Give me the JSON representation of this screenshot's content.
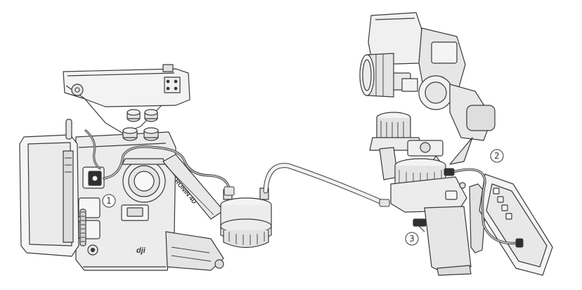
{
  "diagram": {
    "colors": {
      "line": "#3a3a3a",
      "body_fill": "#ececec",
      "body_fill_light": "#f5f5f5",
      "body_fill_dark": "#d9d9d9",
      "cable": "#4a4a4a",
      "cable_light": "#cfcfcf"
    },
    "left_rig": {
      "brand_text": "RONIN 4D",
      "logo_text": "dji"
    },
    "callouts": [
      {
        "number": "1"
      },
      {
        "number": "2"
      },
      {
        "number": "3"
      }
    ]
  }
}
